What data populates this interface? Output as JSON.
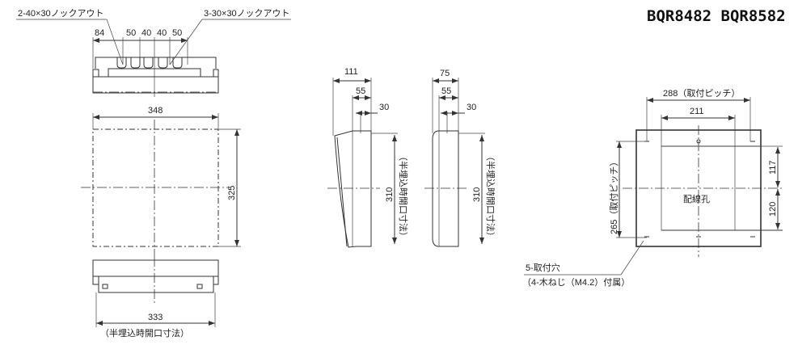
{
  "title": "BQR8482 BQR8582",
  "top_view": {
    "knockout_left": "2-40×30ノックアウト",
    "knockout_right": "3-30×30ノックアウト",
    "dims": [
      "84",
      "50",
      "40",
      "40",
      "50"
    ]
  },
  "front_view": {
    "width": "348",
    "height": "325"
  },
  "bottom_view": {
    "width": "333",
    "note": "（半埋込時開口寸法）"
  },
  "side_view_1": {
    "d1": "111",
    "d2": "55",
    "d3": "30",
    "height": "310",
    "note": "（半埋込時開口寸法）"
  },
  "side_view_2": {
    "d1": "75",
    "d2": "55",
    "d3": "30",
    "height": "310",
    "note": "（半埋込時開口寸法）"
  },
  "rear_view": {
    "pitch_h": "288（取付ピッチ）",
    "inner_w": "211",
    "pitch_v": "265（取付ピッチ）",
    "upper": "117",
    "lower": "120",
    "wiring_hole": "配線孔",
    "holes_line1": "5-取付穴",
    "holes_line2": "（4-木ねじ（M4.2）付属）"
  }
}
